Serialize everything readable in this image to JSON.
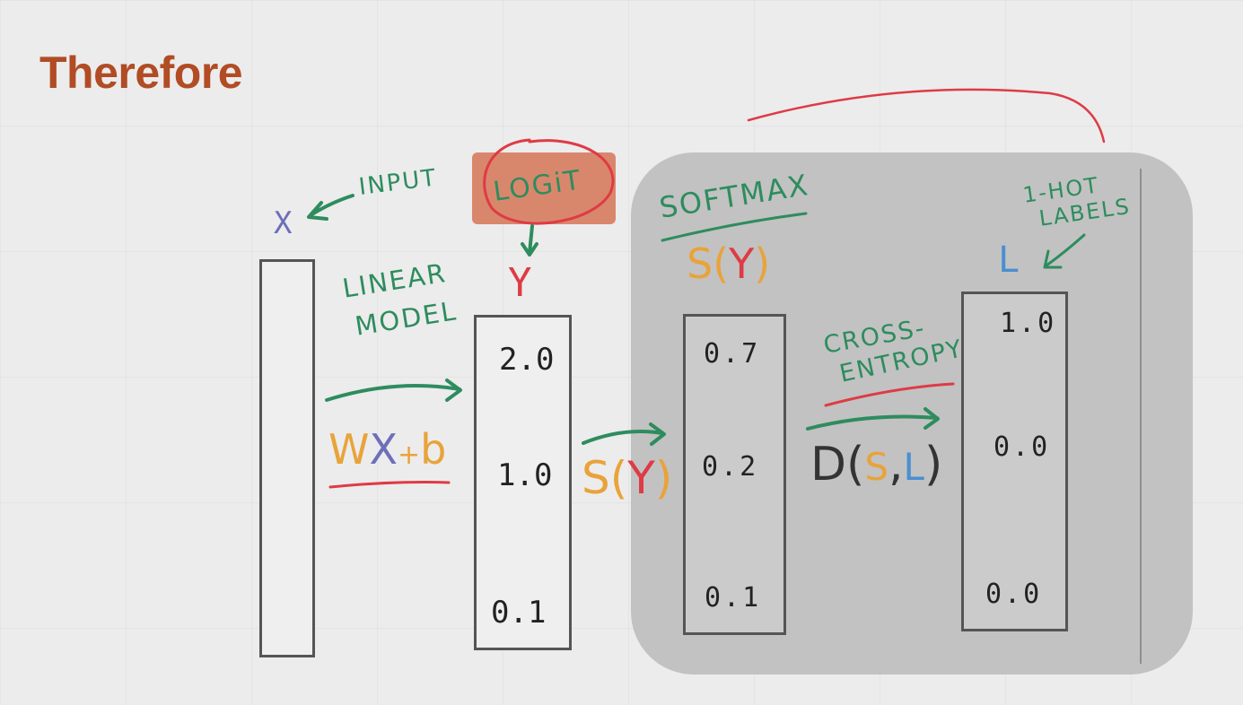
{
  "slide": {
    "title": "Therefore"
  },
  "colors": {
    "title": "#b14c24",
    "green": "#2e8c5e",
    "red": "#de3b45",
    "orange": "#e8a33a",
    "blue": "#4a8fd1",
    "purple": "#6d6fb8",
    "logit_fill": "#d9876c",
    "ink": "#333333"
  },
  "diagram": {
    "input_symbol": "X",
    "input_label": "INPUT",
    "linear_model_label": [
      "LINEAR",
      "MODEL"
    ],
    "linear_formula": {
      "w": "W",
      "x": "X",
      "plus": "+",
      "b": "b"
    },
    "logit_label": "LOGiT",
    "logit_symbol": "Y",
    "logits": [
      "2.0",
      "1.0",
      "0.1"
    ],
    "softmax_fn": {
      "s": "S",
      "open": "(",
      "y": "Y",
      "close": ")"
    },
    "softmax_label": "SOFTMAX",
    "softmax_output_label": {
      "s": "S",
      "open": "(",
      "y": "Y",
      "close": ")"
    },
    "softmax_values": [
      "0.7",
      "0.2",
      "0.1"
    ],
    "cross_entropy_label": [
      "CROSS-",
      "ENTROPY"
    ],
    "distance_fn": {
      "d": "D",
      "open": "(",
      "s": "S",
      "comma": ",",
      "l": "L",
      "close": ")"
    },
    "labels_label": [
      "1-HOT",
      "LABELS"
    ],
    "labels_symbol": "L",
    "label_values": [
      "1.0",
      "0.0",
      "0.0"
    ]
  }
}
